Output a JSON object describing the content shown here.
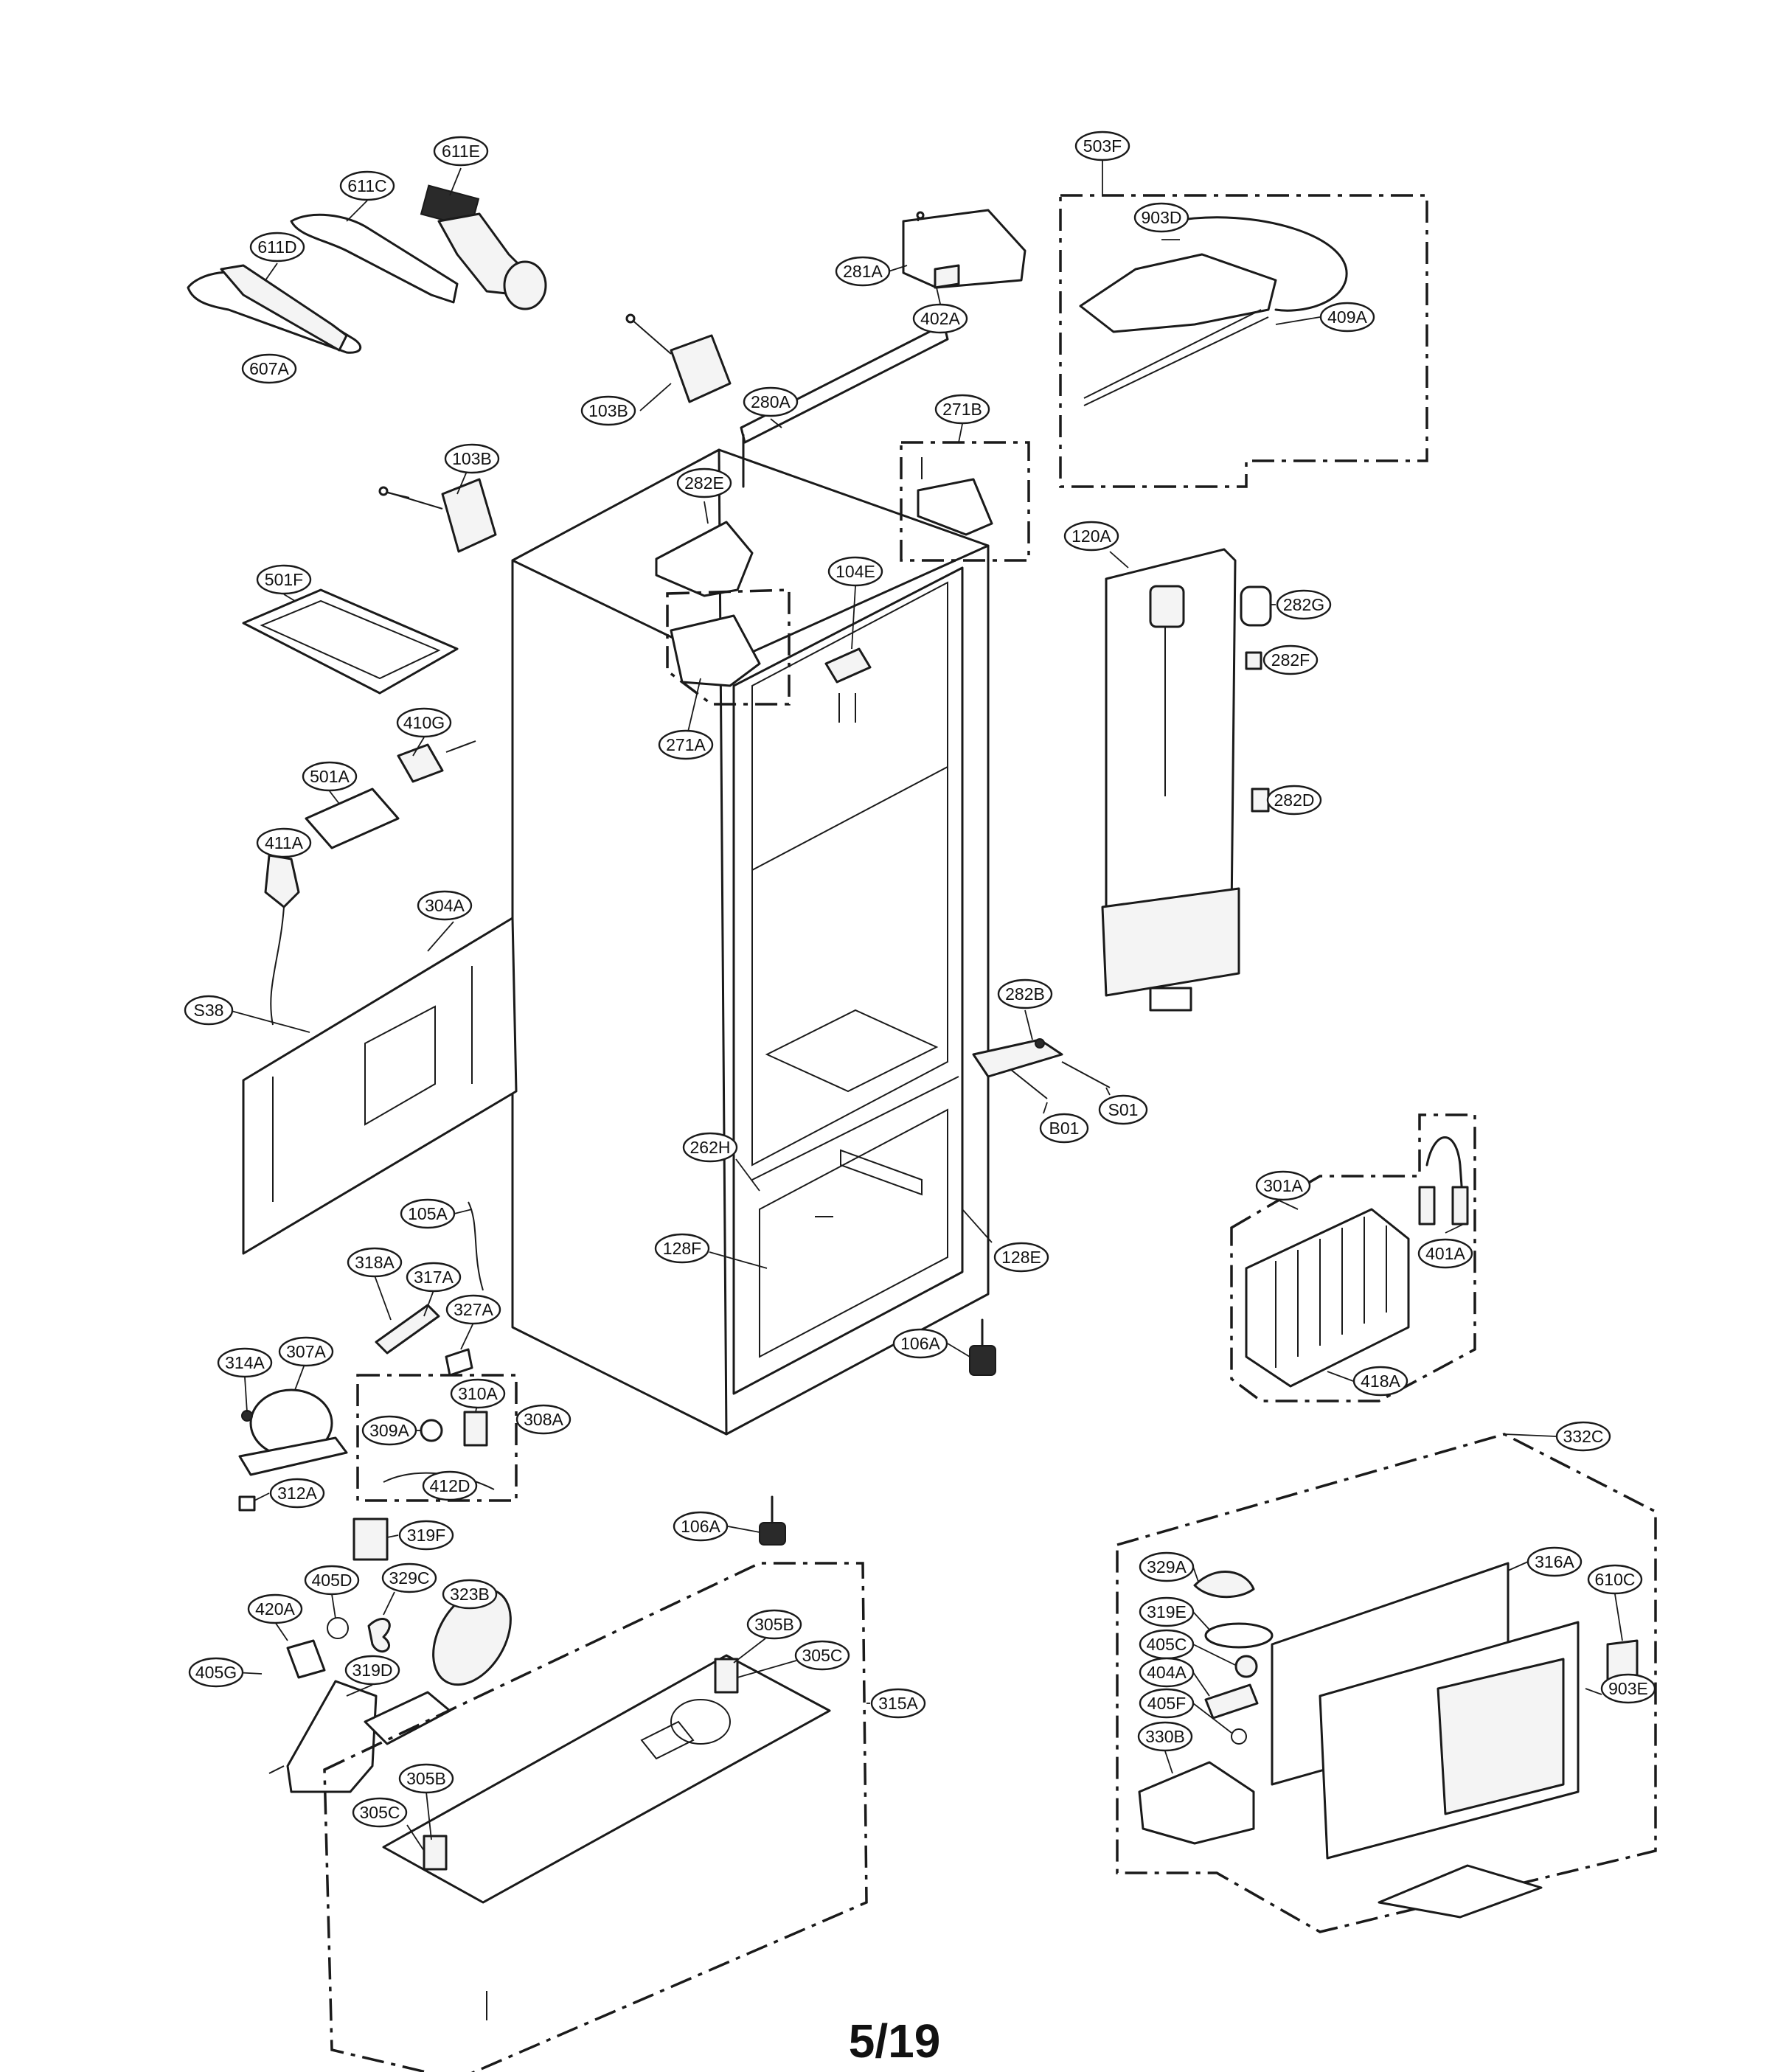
{
  "page_number": "5/19",
  "callouts": {
    "c611E": "611E",
    "c611C": "611C",
    "c611D": "611D",
    "c607A": "607A",
    "c281A": "281A",
    "c402A": "402A",
    "c503F": "503F",
    "c903D": "903D",
    "c409A": "409A",
    "c103B_top": "103B",
    "c280A": "280A",
    "c271B": "271B",
    "c103B_left": "103B",
    "c282E": "282E",
    "c104E": "104E",
    "c120A": "120A",
    "c282G": "282G",
    "c282F": "282F",
    "c501F": "501F",
    "c271A": "271A",
    "c410G": "410G",
    "c501A": "501A",
    "c282D": "282D",
    "c411A": "411A",
    "c304A": "304A",
    "c282B": "282B",
    "cS38": "S38",
    "cS01": "S01",
    "cB01": "B01",
    "c262H": "262H",
    "c105A": "105A",
    "c301A": "301A",
    "c128F": "128F",
    "c128E": "128E",
    "c401A": "401A",
    "c318A": "318A",
    "c317A": "317A",
    "c327A": "327A",
    "c106A_a": "106A",
    "c314A": "314A",
    "c307A": "307A",
    "c310A": "310A",
    "c418A": "418A",
    "c309A": "309A",
    "c308A": "308A",
    "c332C": "332C",
    "c312A": "312A",
    "c412D": "412D",
    "c106A_b": "106A",
    "c319F": "319F",
    "c329A": "329A",
    "c316A": "316A",
    "c405D": "405D",
    "c329C": "329C",
    "c323B": "323B",
    "c319E": "319E",
    "c610C": "610C",
    "c420A": "420A",
    "c305B_top": "305B",
    "c305C_top": "305C",
    "c405C": "405C",
    "c405G": "405G",
    "c319D": "319D",
    "c404A": "404A",
    "c315A": "315A",
    "c903E": "903E",
    "c405F": "405F",
    "c330B": "330B",
    "c305B_bot": "305B",
    "c305C_bot": "305C"
  }
}
